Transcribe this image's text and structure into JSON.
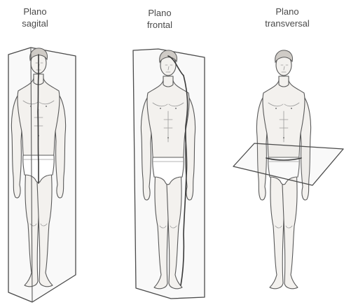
{
  "figures": [
    {
      "title": [
        "Plano",
        "sagital"
      ]
    },
    {
      "title": [
        "Plano",
        "frontal"
      ]
    },
    {
      "title": [
        "Plano",
        "transversal"
      ]
    }
  ]
}
